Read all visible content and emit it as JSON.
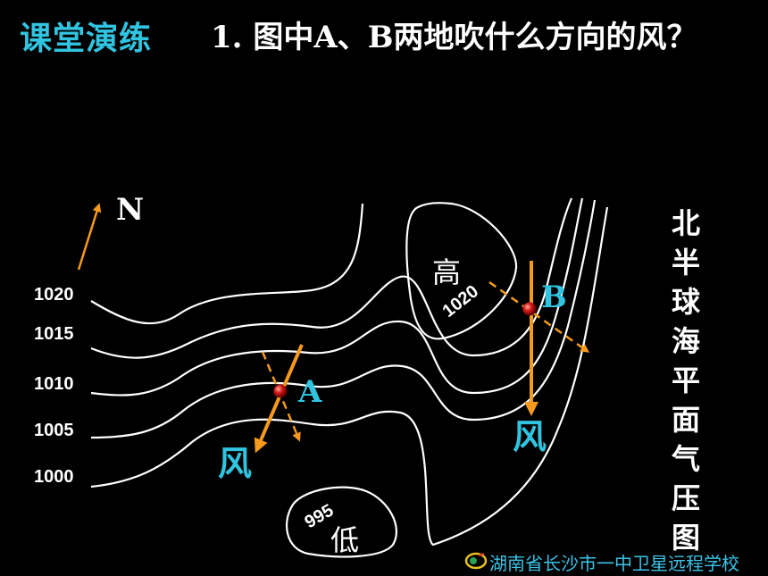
{
  "header": {
    "tag": "课堂演练",
    "question": "1. 图中A、B两地吹什么方向的风？"
  },
  "side_title": "北半球海平面气压图",
  "north": "N",
  "isobars": [
    "1020",
    "1015",
    "1010",
    "1005",
    "1000"
  ],
  "high": {
    "label": "高",
    "value": "1020"
  },
  "low": {
    "label": "低",
    "value": "995"
  },
  "points": {
    "a": "A",
    "b": "B"
  },
  "wind_label": "风",
  "footer": "湖南省长沙市一中卫星远程学校",
  "colors": {
    "accent": "#31c4e0",
    "arrow": "#f59a1e",
    "point": "#d81818"
  }
}
